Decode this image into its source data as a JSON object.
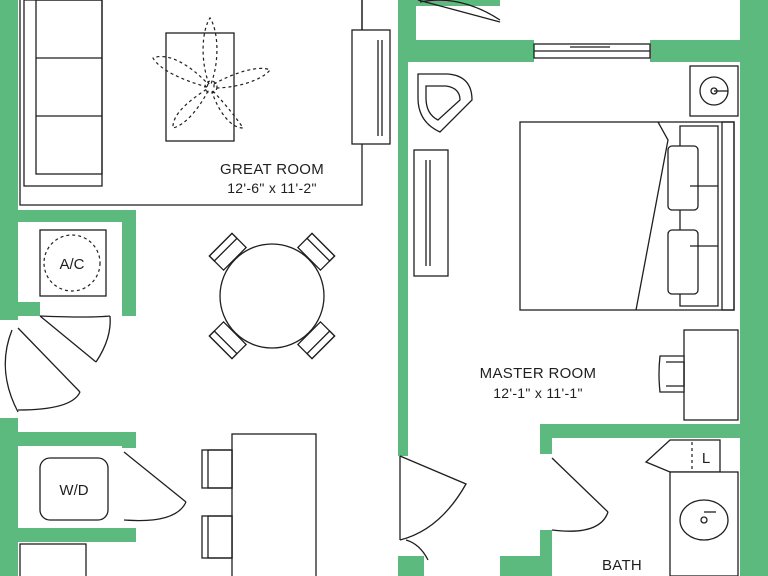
{
  "rooms": {
    "great_room": {
      "name": "GREAT ROOM",
      "dimensions": "12'-6\" x 11'-2\""
    },
    "master_room": {
      "name": "MASTER ROOM",
      "dimensions": "12'-1\" x 11'-1\""
    },
    "bath": {
      "name": "BATH"
    }
  },
  "fixtures": {
    "ac": "A/C",
    "wd": "W/D",
    "linen": "L"
  },
  "colors": {
    "wall": "#5dba7e",
    "line": "#1f1f1f",
    "floor": "#ffffff"
  }
}
